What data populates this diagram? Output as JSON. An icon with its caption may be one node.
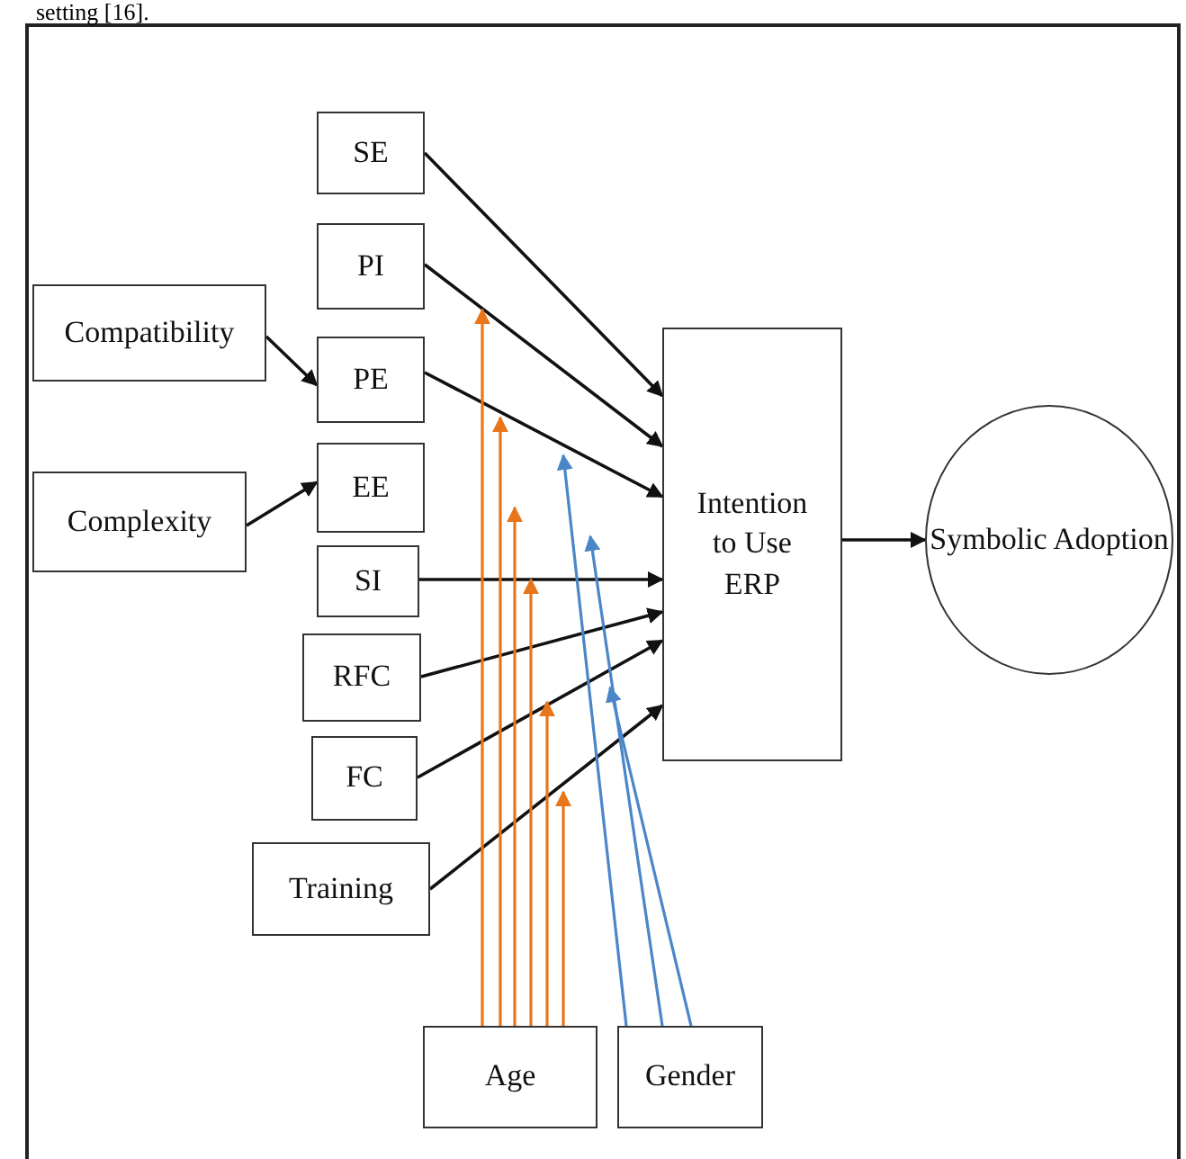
{
  "diagram": {
    "nodes": [
      {
        "text": [
          "SE"
        ]
      },
      {
        "text": [
          "PI"
        ]
      },
      {
        "text": [
          "Compatibility"
        ]
      },
      {
        "text": [
          "PE"
        ]
      },
      {
        "text": [
          "Complexity"
        ]
      },
      {
        "text": [
          "EE"
        ]
      },
      {
        "text": [
          "SI"
        ]
      },
      {
        "text": [
          "RFC"
        ]
      },
      {
        "text": [
          "FC"
        ]
      },
      {
        "text": [
          "Training"
        ]
      },
      {
        "text": [
          "Intention to Use ERP"
        ]
      },
      {
        "text": [
          "Symbolic Adoption"
        ]
      },
      {
        "text": [
          "Age"
        ]
      },
      {
        "text": [
          "Gender"
        ]
      }
    ],
    "edges": [
      {
        "from": 2,
        "to": 3,
        "arrow": "to"
      },
      {
        "from": 4,
        "to": 5,
        "arrow": "to"
      },
      {
        "from": 0,
        "to": 10,
        "arrow": "to"
      },
      {
        "from": 1,
        "to": 10,
        "arrow": "to"
      },
      {
        "from": 3,
        "to": 10,
        "arrow": "to"
      },
      {
        "from": 6,
        "to": 10,
        "arrow": "to"
      },
      {
        "from": 7,
        "to": 10,
        "arrow": "to"
      },
      {
        "from": 8,
        "to": 10,
        "arrow": "to"
      },
      {
        "from": 9,
        "to": 10,
        "arrow": "to"
      },
      {
        "from": 10,
        "to": 11,
        "arrow": "to"
      },
      {
        "from": 12,
        "to": null,
        "arrow": "to",
        "color": "#e8751a"
      },
      {
        "from": 12,
        "to": null,
        "arrow": "to",
        "color": "#e8751a"
      },
      {
        "from": 12,
        "to": null,
        "arrow": "to",
        "color": "#e8751a"
      },
      {
        "from": 12,
        "to": null,
        "arrow": "to",
        "color": "#e8751a"
      },
      {
        "from": 12,
        "to": null,
        "arrow": "to",
        "color": "#e8751a"
      },
      {
        "from": 12,
        "to": null,
        "arrow": "to",
        "color": "#e8751a"
      },
      {
        "from": 13,
        "to": null,
        "arrow": "to",
        "color": "#4a86c8"
      },
      {
        "from": 13,
        "to": null,
        "arrow": "to",
        "color": "#4a86c8"
      },
      {
        "from": 13,
        "to": null,
        "arrow": "to",
        "color": "#4a86c8"
      }
    ],
    "labels": [
      "setting [16]."
    ]
  }
}
